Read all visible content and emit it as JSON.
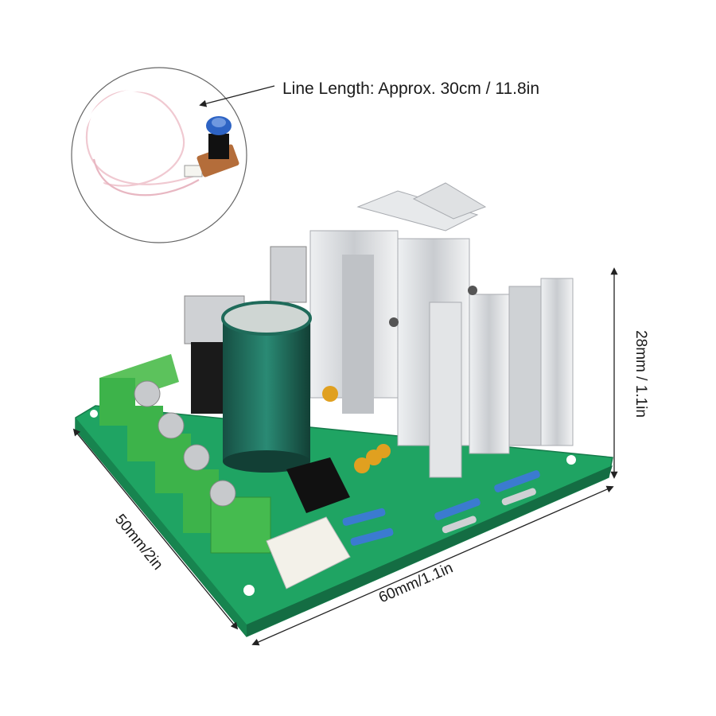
{
  "callout": {
    "line_length_label": "Line Length: Approx. 30cm / 11.8in"
  },
  "dimensions": {
    "height_label": "28mm / 1.1in",
    "depth_label": "50mm/2in",
    "width_label": "60mm/1.1in"
  },
  "colors": {
    "pcb": "#1fa463",
    "terminal": "#3db34a",
    "heatsink": "#d7d9dc",
    "capacitor": "#1f6b5a",
    "knob": "#2d63c4",
    "line_wire": "#f3d6dc"
  }
}
